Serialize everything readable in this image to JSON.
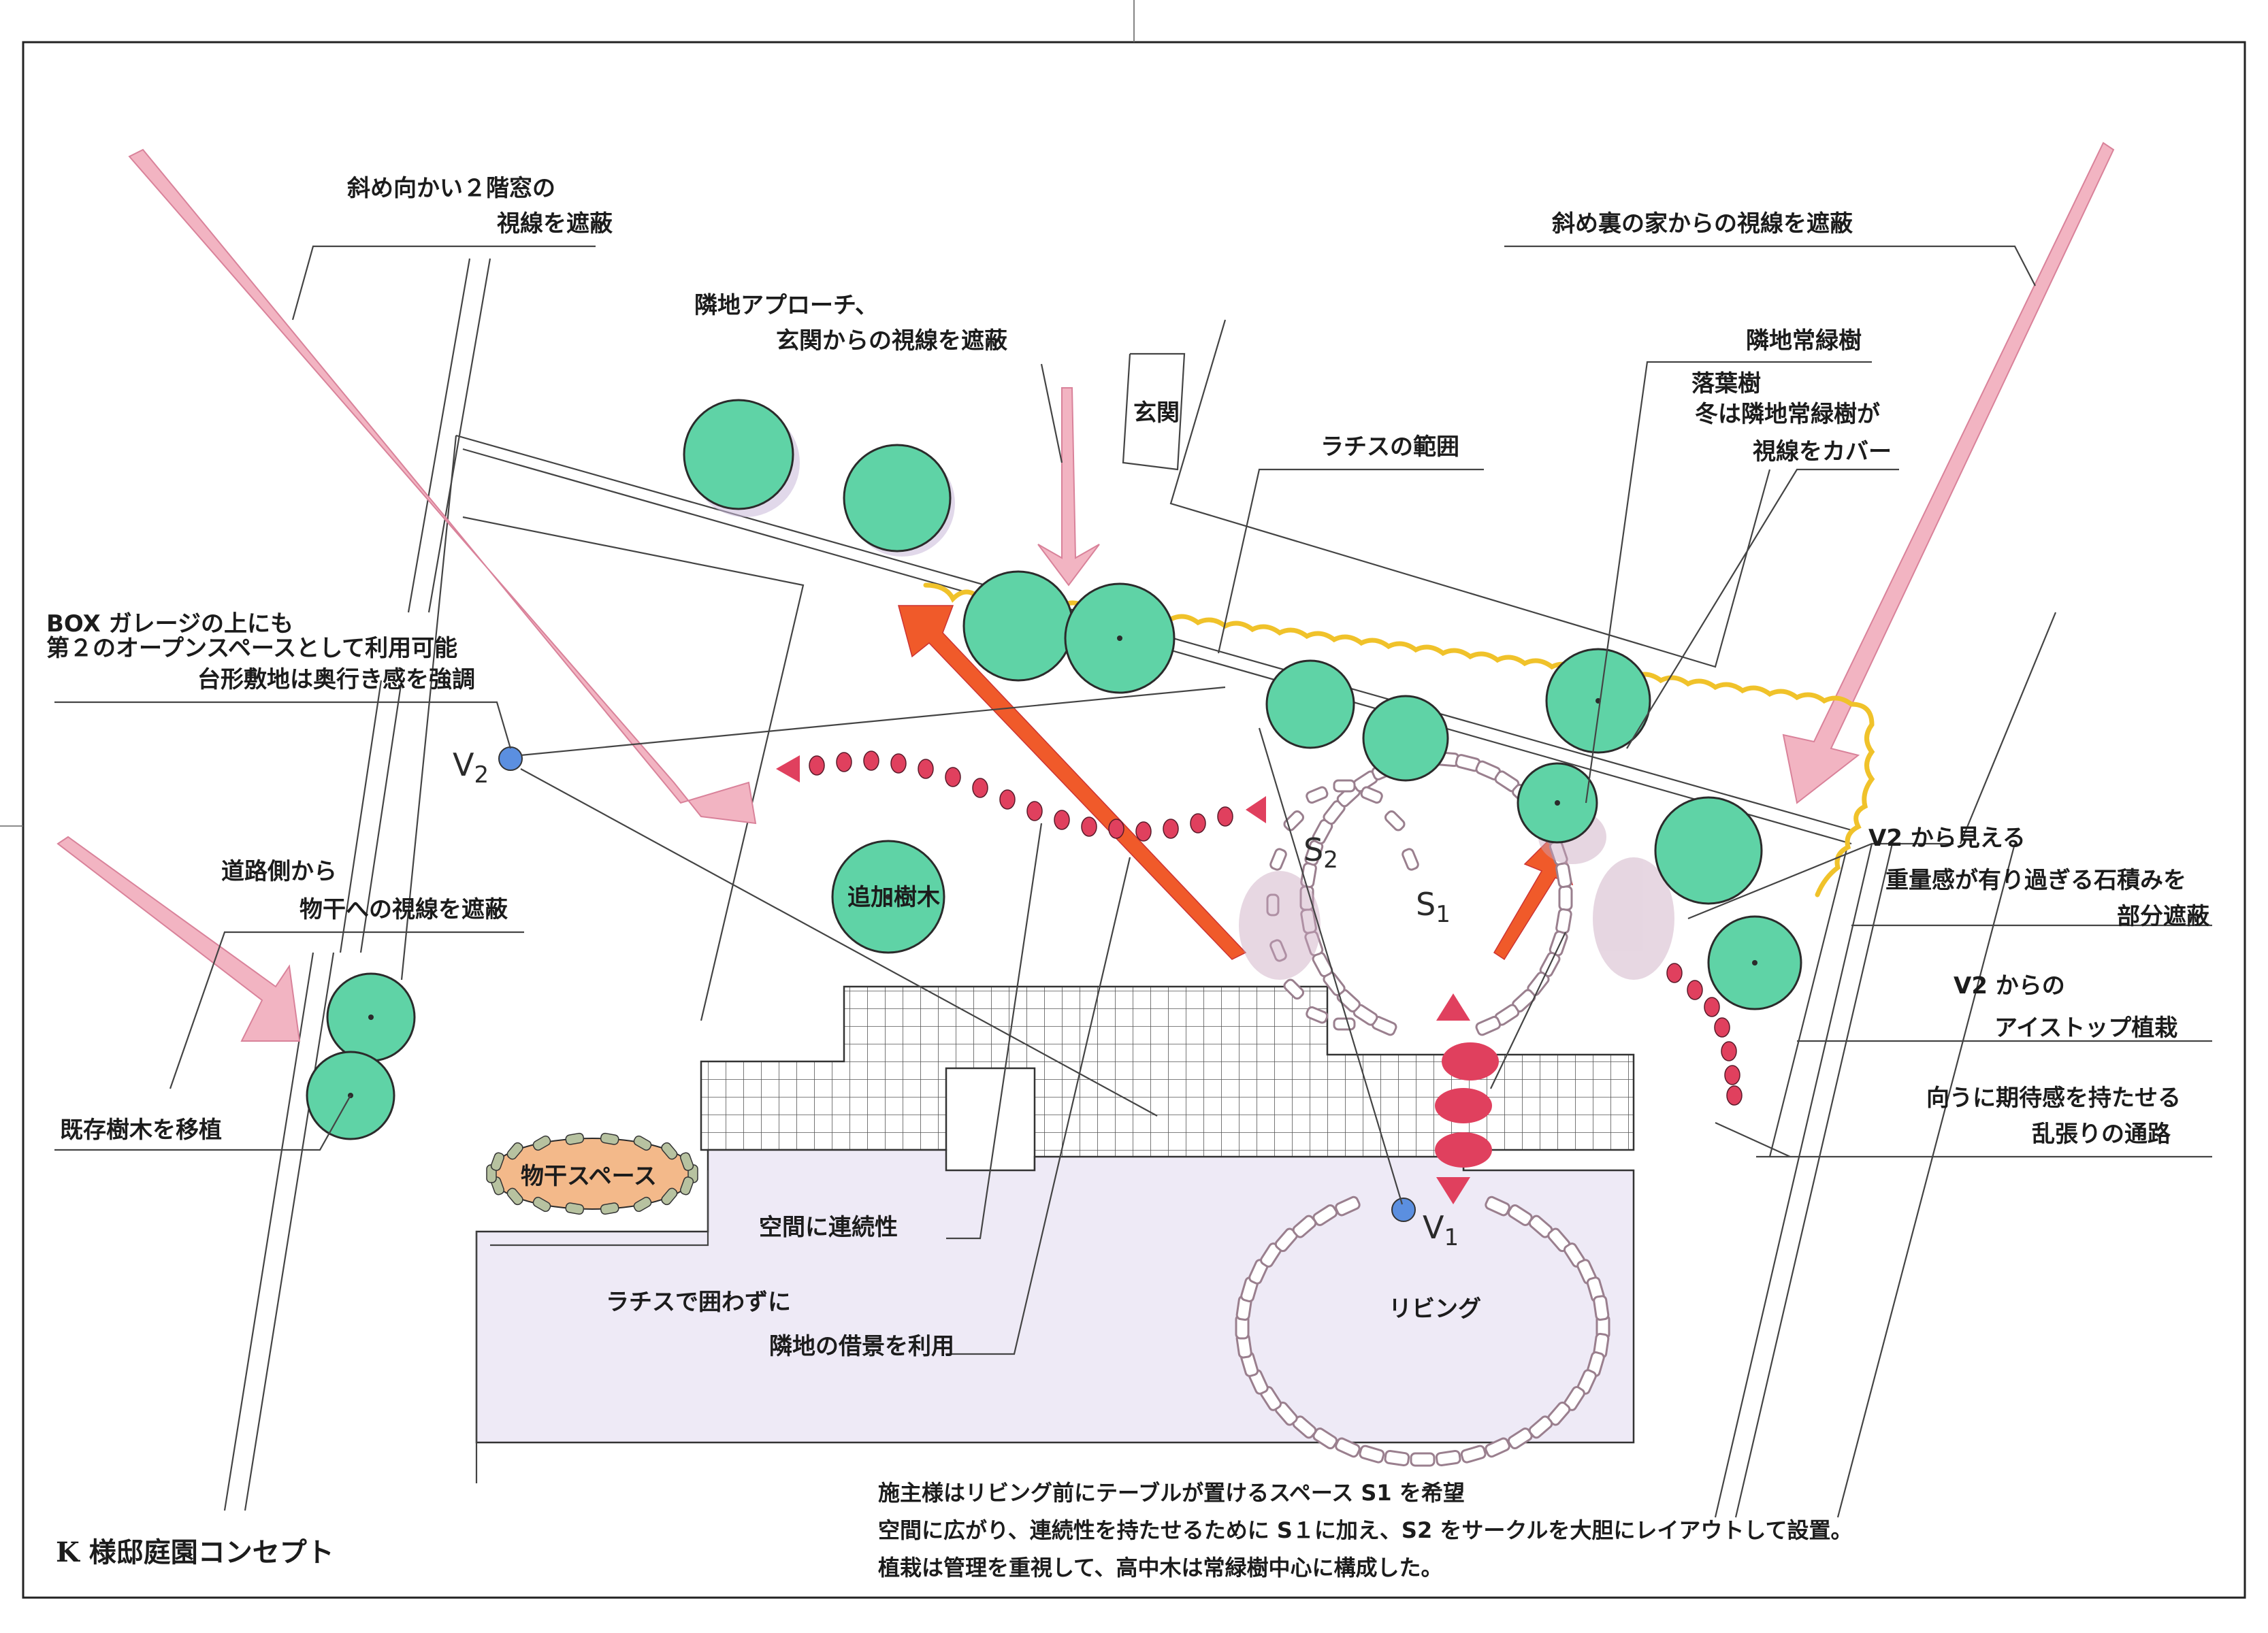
{
  "labels": {
    "window2f_l1": "斜め向かい２階窓の",
    "window2f_l2": "視線を遮蔽",
    "rear_house": "斜め裏の家からの視線を遮蔽",
    "approach_l1": "隣地アプローチ、",
    "approach_l2": "玄関からの視線を遮蔽",
    "entrance": "玄関",
    "lattice_range": "ラチスの範囲",
    "neighbor_evergreen": "隣地常緑樹",
    "deciduous_l1": "落葉樹",
    "deciduous_l2": "冬は隣地常緑樹が",
    "deciduous_l3": "視線をカバー",
    "box_l1": "BOX ガレージの上にも",
    "box_l2": "第２のオープンスペースとして利用可能",
    "box_l3": "台形敷地は奥行き感を強調",
    "road_l1": "道路側から",
    "road_l2": "物干への視線を遮蔽",
    "existing_tree": "既存樹木を移植",
    "added_tree": "追加樹木",
    "drying_space": "物干スペース",
    "spatial_continuity": "空間に連続性",
    "lattice_borrow_l1": "ラチスで囲わずに",
    "lattice_borrow_l2": "隣地の借景を利用",
    "v2_stone_l1": "V2 から見える",
    "v2_stone_l2": "重量感が有り過ぎる石積みを",
    "v2_stone_l3": "部分遮蔽",
    "v2_eyestop_l1": "V2 からの",
    "v2_eyestop_l2": "アイストップ植栽",
    "path_l1": "向うに期待感を持たせる",
    "path_l2": "乱張りの通路",
    "living": "リビング",
    "s1_main": "S",
    "s1_sub": "1",
    "s2_main": "S",
    "s2_sub": "2",
    "v1_main": "V",
    "v1_sub": "1",
    "v2_main": "V",
    "v2_sub": "2"
  },
  "notes": {
    "line1": "施主様はリビング前にテーブルが置けるスペース S1 を希望",
    "line2": "空間に広がり、連続性を持たせるために S１に加え、S2 をサークルを大胆にレイアウトして設置。",
    "line3": "植栽は管理を重視して、高中木は常緑樹中心に構成した。"
  },
  "title": "K 様邸庭園コンセプト",
  "colors": {
    "tree": "#5fd3a6",
    "sightline_arrow": "#f2b4c2",
    "view_arrow": "#f05a2a",
    "dotted_path": "#e0405e",
    "lattice": "#f0c22a",
    "viewpoint": "#5b8fe0",
    "drying_space": "#f3b98a"
  }
}
